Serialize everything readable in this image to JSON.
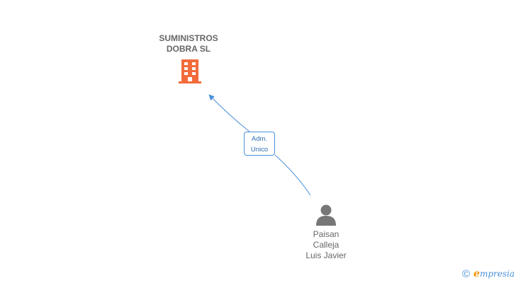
{
  "company": {
    "name_lines": [
      "SUMINISTROS",
      "DOBRA SL"
    ],
    "icon": "building-icon",
    "icon_color": "#f26b3a"
  },
  "relation": {
    "label_lines": [
      "Adm.",
      "Unico"
    ],
    "line_color": "#4a90d9"
  },
  "person": {
    "name_lines": [
      "Paisan",
      "Calleja",
      "Luis Javier"
    ],
    "icon": "person-icon",
    "icon_color": "#777777"
  },
  "brand": {
    "copyright_symbol": "©",
    "initial": "e",
    "rest": "mpresia",
    "color": "#4a90d9",
    "initial_color": "#f29400"
  }
}
